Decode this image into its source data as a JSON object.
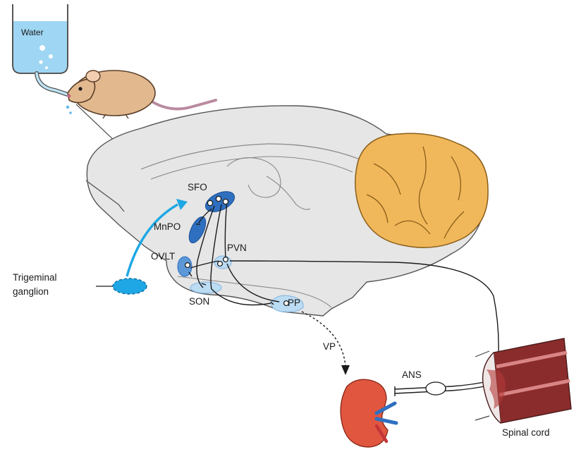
{
  "figure": {
    "bottle_label": "Water",
    "labels": {
      "sfo": "SFO",
      "mnpo": "MnPO",
      "ovlt": "OVLT",
      "pvn": "PVN",
      "son": "SON",
      "pp": "PP",
      "vp": "VP",
      "ans": "ANS",
      "spinal_cord": "Spinal cord",
      "trigeminal_line1": "Trigeminal",
      "trigeminal_line2": "ganglion"
    },
    "colors": {
      "brain_fill": "#e6e6e6",
      "cerebellum": "#f0b85a",
      "nucleus_blue": "#2f6fc0",
      "nucleus_light": "#bcdcf3",
      "arrow_blue": "#1ea7e4",
      "kidney": "#e0563f",
      "spinal_red": "#b23b3b",
      "water": "#9fd6f3"
    }
  }
}
